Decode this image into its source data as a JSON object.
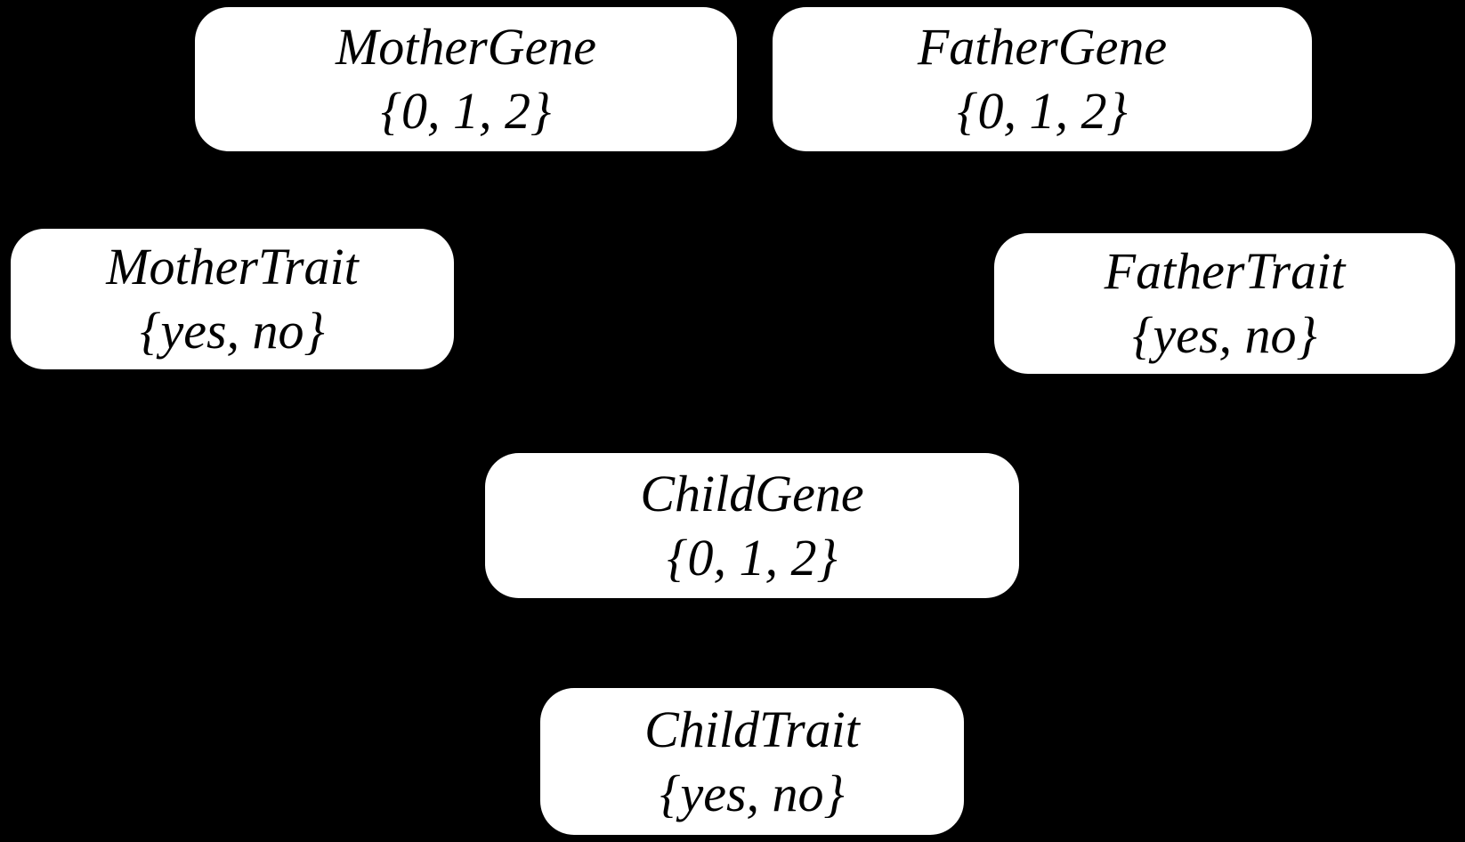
{
  "colors": {
    "background": "#000000",
    "node_fill": "#ffffff",
    "node_text": "#000000"
  },
  "nodes": {
    "mother_gene": {
      "label": "MotherGene",
      "values": "{0, 1, 2}"
    },
    "father_gene": {
      "label": "FatherGene",
      "values": "{0, 1, 2}"
    },
    "mother_trait": {
      "label": "MotherTrait",
      "values": "{yes, no}"
    },
    "father_trait": {
      "label": "FatherTrait",
      "values": "{yes, no}"
    },
    "child_gene": {
      "label": "ChildGene",
      "values": "{0, 1, 2}"
    },
    "child_trait": {
      "label": "ChildTrait",
      "values": "{yes, no}"
    }
  }
}
